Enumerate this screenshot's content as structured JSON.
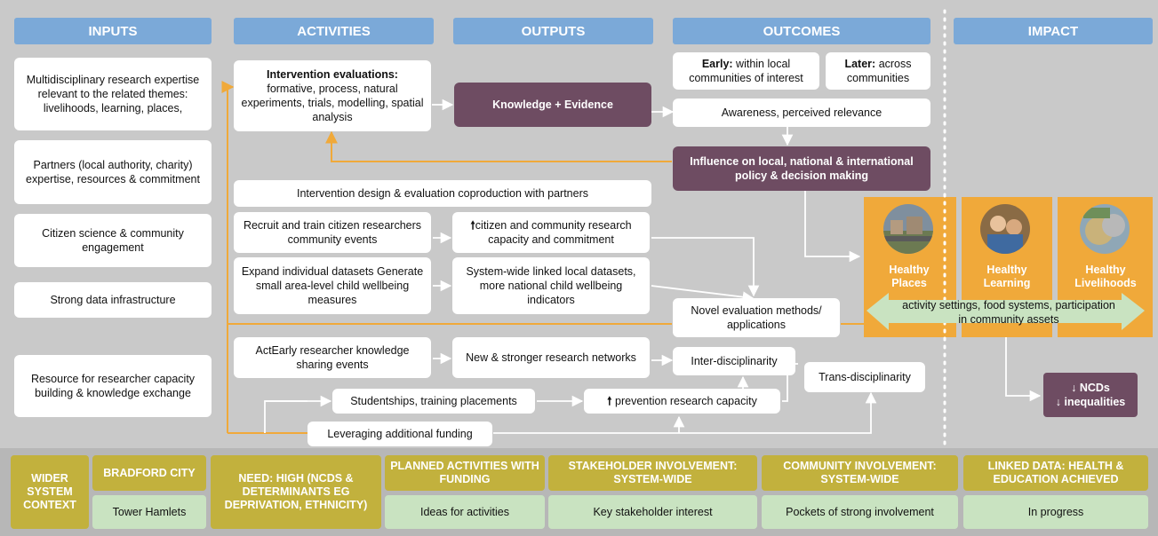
{
  "headers": {
    "inputs": "INPUTS",
    "activities": "ACTIVITIES",
    "outputs": "OUTPUTS",
    "outcomes": "OUTCOMES",
    "impact": "IMPACT"
  },
  "inputs": [
    "Multidisciplinary research expertise relevant to the related themes: livelihoods, learning, places,",
    "Partners (local authority, charity) expertise, resources & commitment",
    "Citizen science & community engagement",
    "Strong data infrastructure",
    "Resource for researcher capacity building & knowledge exchange"
  ],
  "activities": {
    "intervention_title": "Intervention evaluations:",
    "intervention_text": "formative, process, natural experiments, trials, modelling, spatial analysis",
    "design": "Intervention design & evaluation coproduction with partners",
    "recruit": "Recruit and train citizen researchers community events",
    "expand": "Expand individual datasets Generate small area-level child wellbeing measures",
    "sharing": "ActEarly researcher knowledge sharing events",
    "studentships": "Studentships, training placements",
    "leveraging": "Leveraging additional funding"
  },
  "outputs": {
    "knowledge": "Knowledge + Evidence",
    "citizen_arrow": "🠕",
    "citizen": "citizen and community research capacity and commitment",
    "linked": "System-wide linked local datasets, more national child wellbeing indicators",
    "networks": "New & stronger research networks",
    "prevention_arrow": "🠕",
    "prevention": "prevention research capacity"
  },
  "outcomes": {
    "early_bold": "Early:",
    "early_text": "within local communities of interest",
    "later_bold": "Later:",
    "later_text": "across communities",
    "awareness": "Awareness, perceived relevance",
    "influence": "Influence on local, national & international policy & decision making",
    "novel": "Novel evaluation methods/ applications",
    "inter": "Inter-disciplinarity",
    "trans": "Trans-disciplinarity"
  },
  "impact": {
    "places": "Healthy Places",
    "learning": "Healthy Learning",
    "livelihoods": "Healthy Livelihoods",
    "settings": "activity settings, food systems, participation in community assets",
    "ncds": "↓ NCDs",
    "inequalities": "↓ inequalities"
  },
  "context": {
    "wider": "WIDER SYSTEM CONTEXT",
    "city_header": "BRADFORD CITY",
    "city_value": "Tower Hamlets",
    "need": "NEED: HIGH (NCDS & DETERMINANTS EG DEPRIVATION, ETHNICITY)",
    "planned_header": "PLANNED ACTIVITIES WITH FUNDING",
    "planned_value": "Ideas for activities",
    "stakeholder_header": "STAKEHOLDER INVOLVEMENT: SYSTEM-WIDE",
    "stakeholder_value": "Key stakeholder interest",
    "community_header": "COMMUNITY INVOLVEMENT: SYSTEM-WIDE",
    "community_value": "Pockets of strong involvement",
    "linked_header": "LINKED DATA: HEALTH & EDUCATION ACHIEVED",
    "linked_value": "In progress"
  },
  "colors": {
    "header_blue": "#7ba9d8",
    "evidence_purple": "#6e4c62",
    "impact_orange": "#f0a93a",
    "settings_green": "#c9e3c1",
    "context_gold": "#c2b13d"
  }
}
